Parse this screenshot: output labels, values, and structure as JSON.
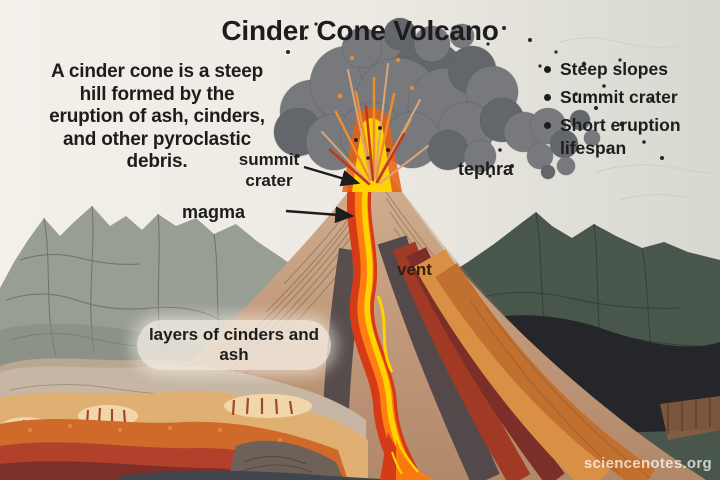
{
  "title": "Cinder Cone Volcano",
  "intro": {
    "text": "A cinder cone is a steep\nhill formed by the\neruption of ash, cinders,\nand other pyroclastic\ndebris."
  },
  "facts": {
    "items": [
      {
        "label": "Steep slopes"
      },
      {
        "label": "Summit crater"
      },
      {
        "label": "Short eruption lifespan"
      }
    ]
  },
  "labels": {
    "summit_crater": "summit crater",
    "magma": "magma",
    "tephra": "tephra",
    "vent": "vent",
    "layers": "layers of cinders and ash"
  },
  "watermark": "sciencenotes.org",
  "colors": {
    "ink": "#1d1d1d",
    "paper": "#efece5",
    "paper_shade": "#d8d7d0",
    "cloud_gray": "#77797c",
    "mountain_gray": "#999e94",
    "mountain_teal": "#49564c",
    "cone_tan": "#c09879",
    "lava_yellow": "#ffd200",
    "lava_orange": "#ff7f11",
    "lava_red": "#d63a16",
    "strata_amber": "#e0b072",
    "strata_orange": "#cf6a2b",
    "strata_red": "#b2402a",
    "strata_maroon": "#7c3029",
    "vent_ink": "#33200f",
    "pill_bg": "rgba(244,238,228,0.8)",
    "watermark_color": "rgba(255,255,255,0.72)"
  }
}
